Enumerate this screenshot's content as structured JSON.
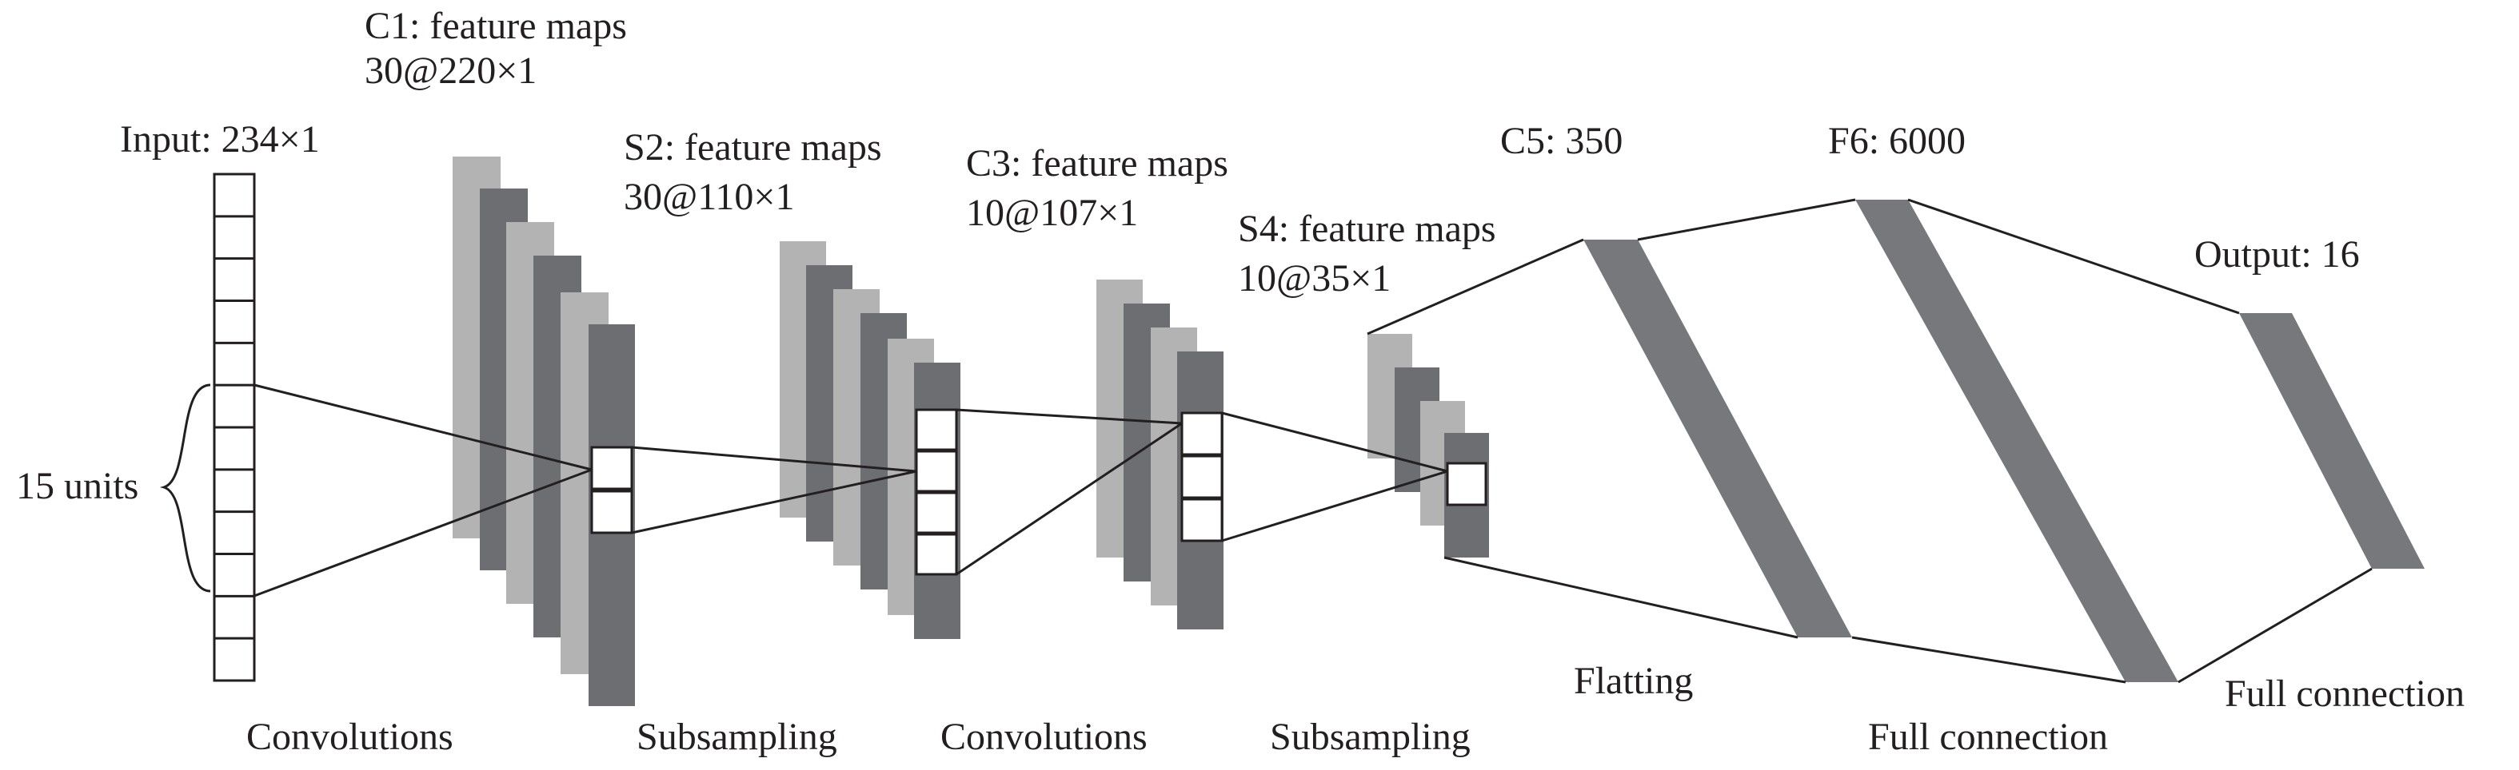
{
  "labels": {
    "input": "Input: 234×1",
    "c1_line1": "C1: feature maps",
    "c1_line2": "30@220×1",
    "s2_line1": "S2: feature maps",
    "s2_line2": "30@110×1",
    "c3_line1": "C3: feature maps",
    "c3_line2": "10@107×1",
    "s4_line1": "S4: feature maps",
    "s4_line2": "10@35×1",
    "c5": "C5: 350",
    "f6": "F6: 6000",
    "output": "Output: 16",
    "units": "15 units"
  },
  "operations": {
    "conv1": "Convolutions",
    "sub1": "Subsampling",
    "conv2": "Convolutions",
    "sub2": "Subsampling",
    "flatten": "Flatting",
    "full1": "Full connection",
    "full2": "Full connection"
  },
  "colors": {
    "light_map": "#b3b3b3",
    "dark_map": "#6d6e71",
    "dense_layer": "#77787b",
    "line": "#231f20"
  }
}
